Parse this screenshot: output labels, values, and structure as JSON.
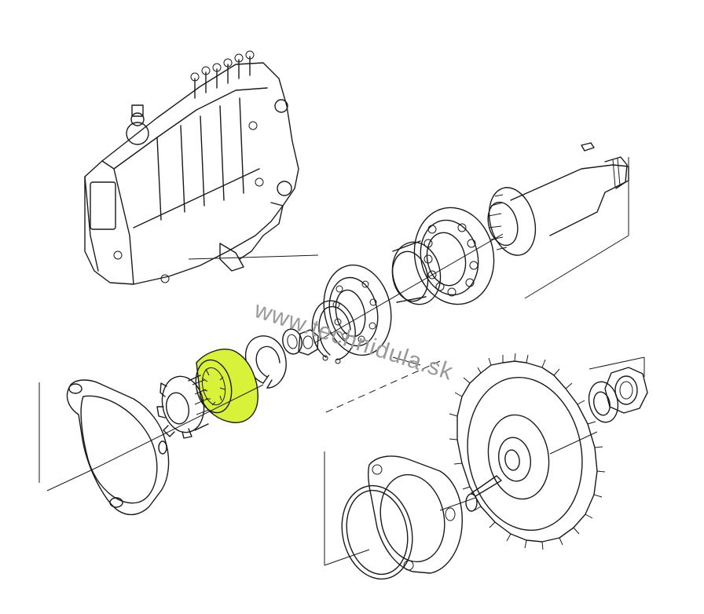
{
  "watermark": {
    "text": "www.technidula.sk"
  },
  "colors": {
    "highlight": "#d8f23a",
    "line": "#1a1a1a",
    "background": "#ffffff"
  },
  "parts": [
    {
      "name": "injection-pump-body",
      "highlighted": false
    },
    {
      "name": "drive-shaft",
      "highlighted": false
    },
    {
      "name": "ball-bearing-large",
      "highlighted": false
    },
    {
      "name": "bearing-inner-ring",
      "highlighted": false
    },
    {
      "name": "ball-bearing-small",
      "highlighted": false
    },
    {
      "name": "snap-ring",
      "highlighted": false
    },
    {
      "name": "washer-nut-set",
      "highlighted": false
    },
    {
      "name": "circlip",
      "highlighted": false
    },
    {
      "name": "coupling-sleeve",
      "highlighted": true
    },
    {
      "name": "coupling-hub",
      "highlighted": false
    },
    {
      "name": "flange-gasket",
      "highlighted": false
    },
    {
      "name": "drive-gear",
      "highlighted": false
    },
    {
      "name": "gear-nut",
      "highlighted": false
    },
    {
      "name": "gear-washer",
      "highlighted": false
    },
    {
      "name": "gear-flange-plate",
      "highlighted": false
    },
    {
      "name": "o-ring",
      "highlighted": false
    }
  ]
}
